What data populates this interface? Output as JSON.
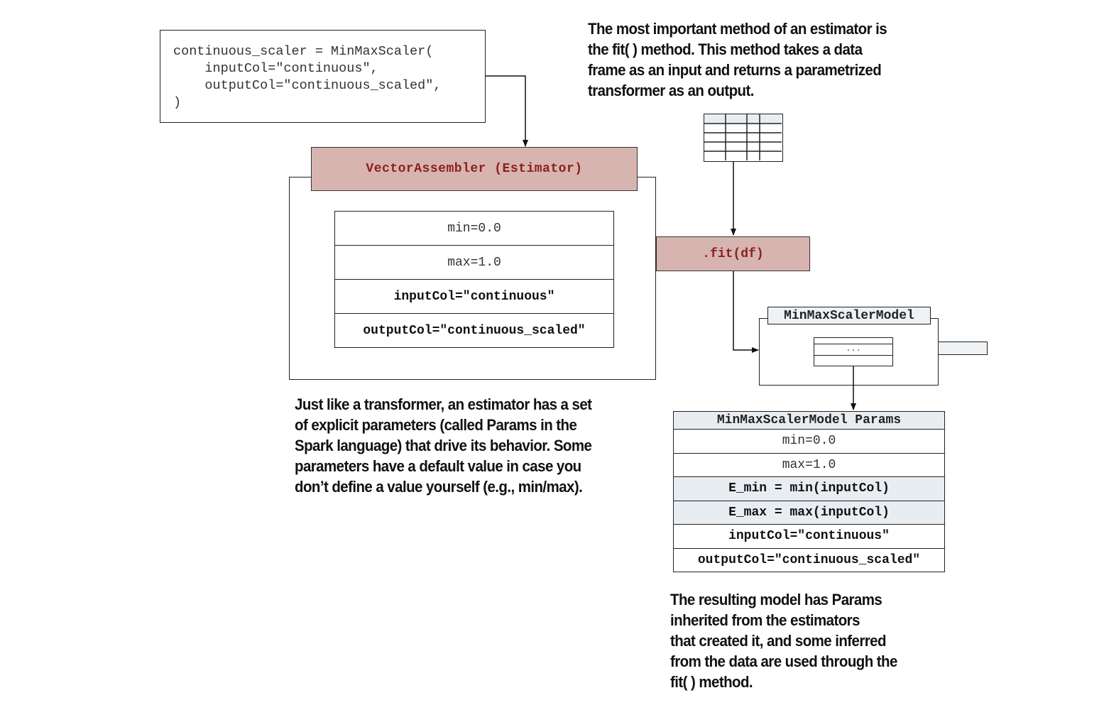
{
  "code_snippet": {
    "lines": [
      "continuous_scaler = MinMaxScaler(",
      "    inputCol=\"continuous\",",
      "    outputCol=\"continuous_scaled\",",
      ")"
    ]
  },
  "notes": {
    "fit_method": [
      "The most important method of an estimator is",
      "the fit( ) method. This method takes a data",
      "frame as an input and returns a parametrized",
      "transformer as an output."
    ],
    "estimator_params": [
      "Just like a transformer, an estimator has a set",
      "of explicit parameters (called Params in the",
      "Spark language) that drive its behavior. Some",
      "parameters have a default value in case you",
      "don’t define a value yourself (e.g., min/max)."
    ],
    "resulting_model": [
      "The resulting model has Params",
      "inherited from the estimators",
      "that created it, and some inferred",
      "from the data are used through the",
      "fit( ) method."
    ]
  },
  "estimator": {
    "title": "VectorAssembler (Estimator)",
    "params": [
      "min=0.0",
      "max=1.0",
      "inputCol=\"continuous\"",
      "outputCol=\"continuous_scaled\""
    ]
  },
  "fit_call": ".fit(df)",
  "model": {
    "label": "MinMaxScalerModel",
    "inner_placeholder": "...",
    "params_title": "MinMaxScalerModel Params",
    "params": [
      "min=0.0",
      "max=1.0",
      "E_min = min(inputCol)",
      "E_max = max(inputCol)",
      "inputCol=\"continuous\"",
      "outputCol=\"continuous_scaled\""
    ]
  },
  "colors": {
    "estimator_fill": "#d8b4b0",
    "estimator_text": "#8b2020",
    "model_shade": "#e8edf2"
  }
}
